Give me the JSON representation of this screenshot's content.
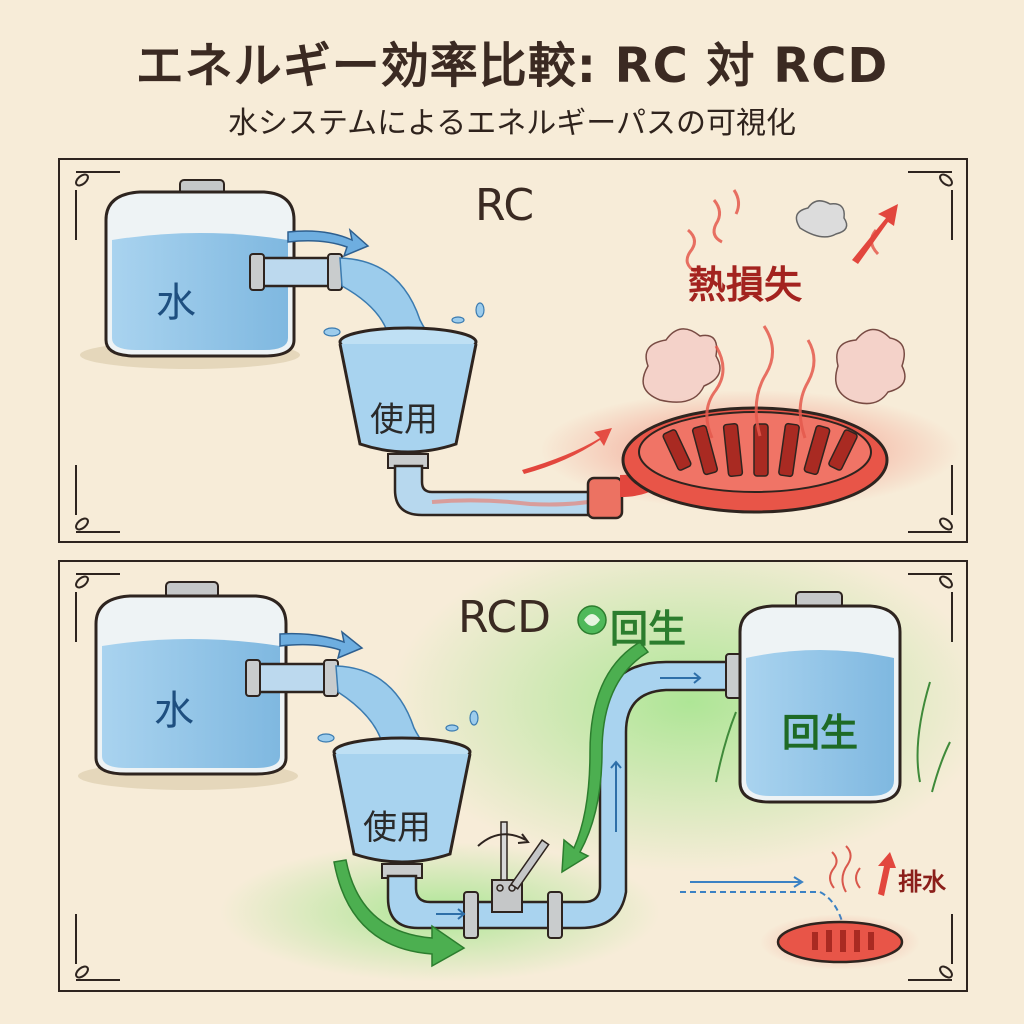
{
  "header": {
    "title": "エネルギー効率比較: RC 対 RCD",
    "subtitle": "水システムによるエネルギーパスの可視化"
  },
  "panels": {
    "rc": {
      "title": "RC",
      "tank_label": "水",
      "bucket_label": "使用",
      "loss_label": "熱損失",
      "icons": [
        "water-tank-icon",
        "flow-arrow-icon",
        "bucket-icon",
        "drain-pipe-icon",
        "hot-drain-grate-icon",
        "steam-icon",
        "heat-arrow-icon"
      ]
    },
    "rcd": {
      "title": "RCD",
      "regen_badge_label": "回生",
      "tank_label": "水",
      "bucket_label": "使用",
      "regen_tank_label": "回生",
      "drain_label": "排水",
      "icons": [
        "water-tank-icon",
        "flow-arrow-icon",
        "bucket-icon",
        "valve-icon",
        "recycle-swirl-icon",
        "regen-tank-icon",
        "green-return-arrow-icon",
        "small-drain-grate-icon"
      ]
    }
  },
  "colors": {
    "background": "#f7ecd8",
    "water": "#8ec3e6",
    "heat": "#e2463d",
    "heat_text": "#a3231f",
    "regen_green": "#2c7d2e",
    "glow_green": "#7fdc6a",
    "ink": "#2e241f"
  }
}
